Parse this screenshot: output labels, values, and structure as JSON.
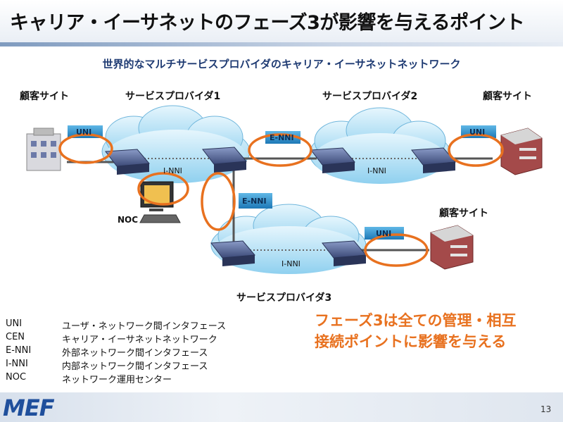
{
  "title": "キャリア・イーサネットのフェーズ3が影響を与えるポイント",
  "subtitle": "世界的なマルチサービスプロバイダのキャリア・イーサネットネットワーク",
  "labels": {
    "customer_site_left": "顧客サイト",
    "customer_site_right": "顧客サイト",
    "customer_site_bottom": "顧客サイト",
    "provider1": "サービスプロバイダ1",
    "provider2": "サービスプロバイダ2",
    "provider3": "サービスプロバイダ3",
    "noc": "NOC",
    "inni1": "I-NNI",
    "inni2": "I-NNI",
    "inni3": "I-NNI",
    "enni_top": "E-NNI",
    "enni_mid": "E-NNI",
    "uni_left": "UNI",
    "uni_right": "UNI",
    "uni_bottom": "UNI"
  },
  "legend": [
    {
      "abbr": "UNI",
      "desc": "ユーザ・ネットワーク間インタフェース"
    },
    {
      "abbr": "CEN",
      "desc": "キャリア・イーサネットネットワーク"
    },
    {
      "abbr": "E-NNI",
      "desc": "外部ネットワーク間インタフェース"
    },
    {
      "abbr": "I-NNI",
      "desc": "内部ネットワーク間インタフェース"
    },
    {
      "abbr": "NOC",
      "desc": "ネットワーク運用センター"
    }
  ],
  "callout": {
    "line1": "フェーズ3は全ての管理・相互",
    "line2": "接続ポイントに影響を与える"
  },
  "footer": {
    "logo": "MEF",
    "page": "13"
  },
  "colors": {
    "accent": "#e8711f",
    "cloud": "#bfe4f7",
    "title_blue": "#1f3b73"
  }
}
